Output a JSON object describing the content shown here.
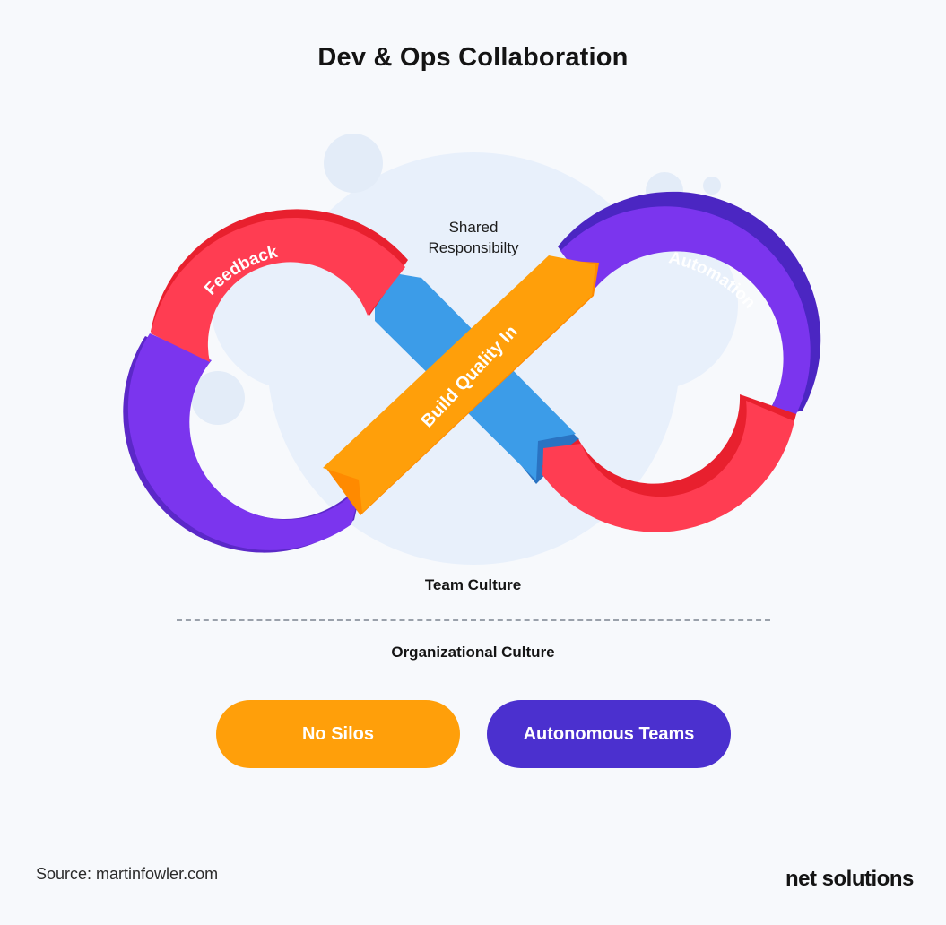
{
  "title": "Dev & Ops Collaboration",
  "diagram": {
    "shared_line1": "Shared",
    "shared_line2": "Responsibilty",
    "feedback": "Feedback",
    "automation": "Automation",
    "build_quality": "Build Quality In"
  },
  "team_culture": "Team Culture",
  "organizational_culture": "Organizational Culture",
  "pills": {
    "no_silos": "No Silos",
    "autonomous_teams": "Autonomous Teams"
  },
  "source": "Source: martinfowler.com",
  "brand": "net solutions",
  "colors": {
    "red": "#ff3d52",
    "purple": "#7b35ee",
    "orange": "#ff9f0a",
    "blue": "#3c9ce8",
    "indigo": "#4b30cf"
  }
}
